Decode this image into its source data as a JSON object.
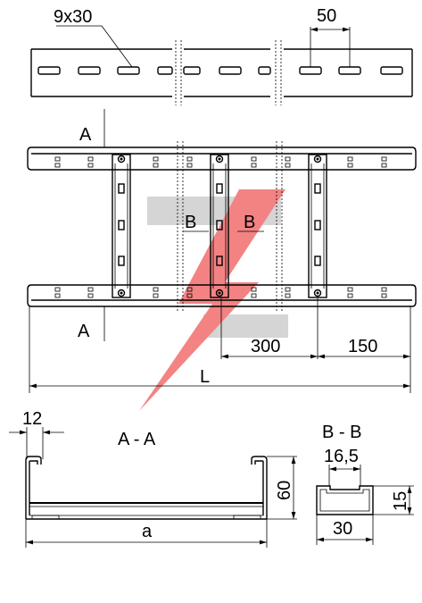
{
  "labels": {
    "slot_size": "9x30",
    "slot_pitch": "50",
    "section_a_top": "A",
    "section_a_bottom": "A",
    "section_b_left": "B",
    "section_b_right": "B",
    "rung_spacing": "300",
    "end_offset": "150",
    "length": "L",
    "flange_width": "12",
    "section_aa_title": "A - A",
    "side_height": "60",
    "width": "a",
    "section_bb_title": "B - B",
    "inner_opening": "16,5",
    "rung_height": "15",
    "rung_width": "30"
  },
  "colors": {
    "line": "#000000",
    "watermark_red": "#f05a5a",
    "watermark_grey": "#c8c8c8"
  }
}
